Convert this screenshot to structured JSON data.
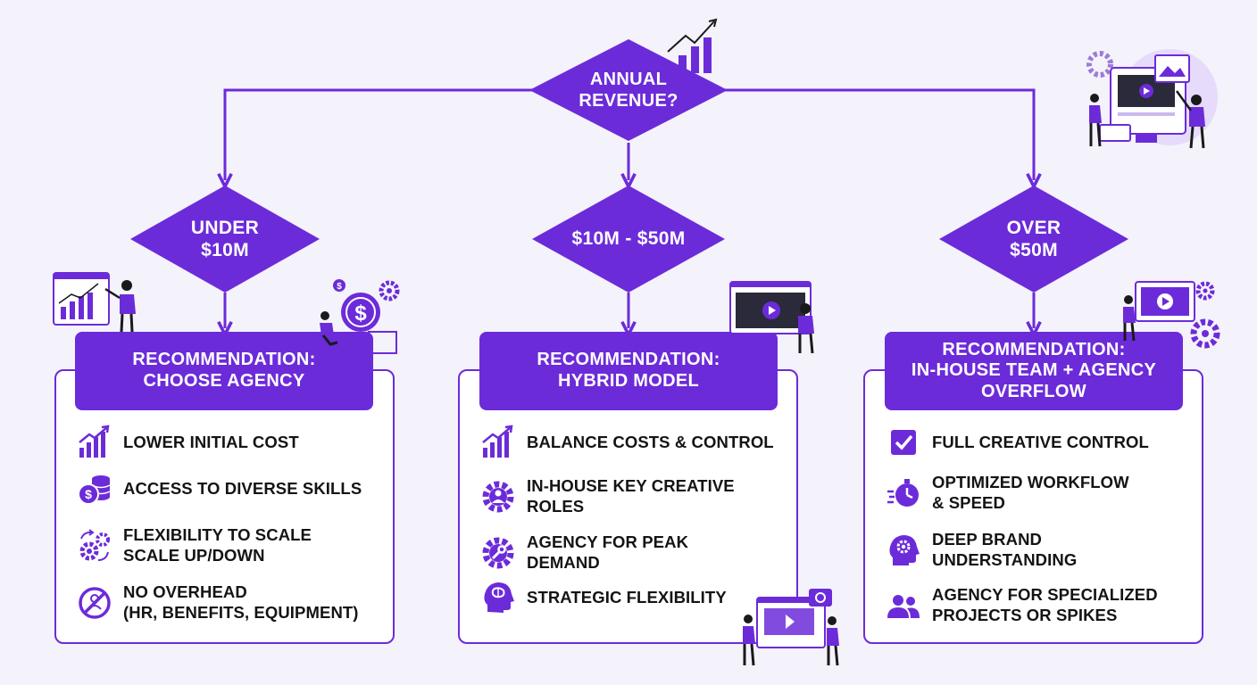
{
  "decision": {
    "line1": "ANNUAL",
    "line2": "REVENUE?"
  },
  "branches": [
    {
      "label": [
        "UNDER",
        "$10M"
      ],
      "recommendation": [
        "RECOMMENDATION:",
        "CHOOSE AGENCY"
      ],
      "items": [
        {
          "icon": "growth-chart-icon",
          "lines": [
            "LOWER INITIAL COST"
          ]
        },
        {
          "icon": "coins-icon",
          "lines": [
            "ACCESS TO DIVERSE SKILLS"
          ]
        },
        {
          "icon": "gears-arrows-icon",
          "lines": [
            "FLEXIBILITY TO SCALE",
            "SCALE UP/DOWN"
          ]
        },
        {
          "icon": "no-overhead-icon",
          "lines": [
            "NO OVERHEAD",
            "(HR, BENEFITS, EQUIPMENT)"
          ]
        }
      ]
    },
    {
      "label": [
        "$10M - $50M"
      ],
      "recommendation": [
        "RECOMMENDATION:",
        "HYBRID MODEL"
      ],
      "items": [
        {
          "icon": "growth-chart-icon",
          "lines": [
            "BALANCE COSTS & CONTROL"
          ]
        },
        {
          "icon": "team-gear-icon",
          "lines": [
            "IN-HOUSE KEY CREATIVE",
            "ROLES"
          ]
        },
        {
          "icon": "wrench-gear-icon",
          "lines": [
            "AGENCY FOR PEAK",
            "DEMAND"
          ]
        },
        {
          "icon": "brain-head-icon",
          "lines": [
            "STRATEGIC FLEXIBILITY"
          ]
        }
      ]
    },
    {
      "label": [
        "OVER",
        "$50M"
      ],
      "recommendation": [
        "RECOMMENDATION:",
        "IN-HOUSE TEAM + AGENCY",
        "OVERFLOW"
      ],
      "items": [
        {
          "icon": "checkbox-icon",
          "lines": [
            "FULL CREATIVE CONTROL"
          ]
        },
        {
          "icon": "stopwatch-icon",
          "lines": [
            "OPTIMIZED WORKFLOW",
            "& SPEED"
          ]
        },
        {
          "icon": "head-gear-icon",
          "lines": [
            "DEEP BRAND",
            "UNDERSTANDING"
          ]
        },
        {
          "icon": "people-icon",
          "lines": [
            "AGENCY FOR SPECIALIZED",
            "PROJECTS OR SPIKES"
          ]
        }
      ]
    }
  ],
  "colors": {
    "accent": "#6c2bd9",
    "accent_light": "#e6dbfa",
    "text": "#141414",
    "background": "#f4f2fa"
  }
}
